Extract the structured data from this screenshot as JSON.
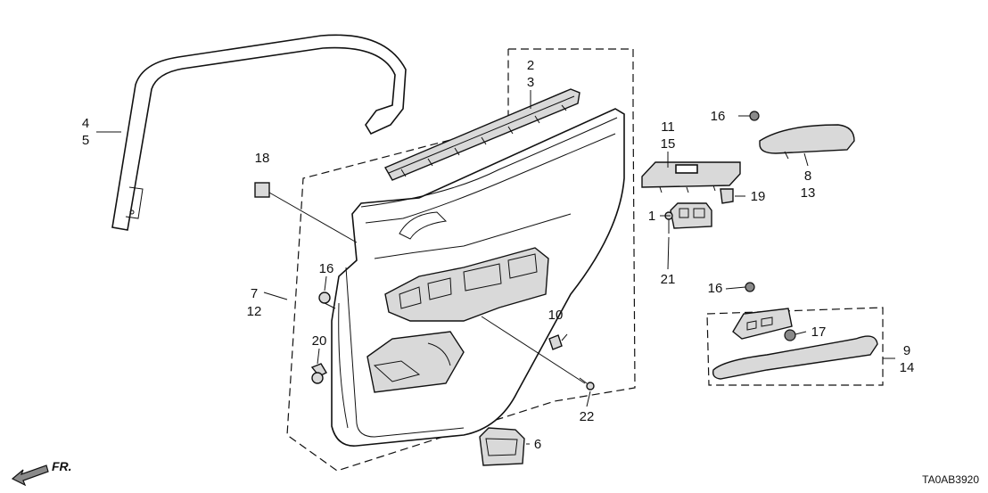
{
  "callouts": {
    "c1": "1",
    "c2": "2",
    "c3": "3",
    "c4": "4",
    "c5": "5",
    "c6": "6",
    "c7": "7",
    "c8": "8",
    "c9": "9",
    "c10": "10",
    "c11": "11",
    "c12": "12",
    "c13": "13",
    "c14": "14",
    "c15": "15",
    "c16a": "16",
    "c16b": "16",
    "c16c": "16",
    "c17": "17",
    "c18": "18",
    "c19": "19",
    "c20": "20",
    "c21": "21",
    "c22": "22"
  },
  "front_marker": "FR.",
  "diagram_code": "TA0AB3920"
}
